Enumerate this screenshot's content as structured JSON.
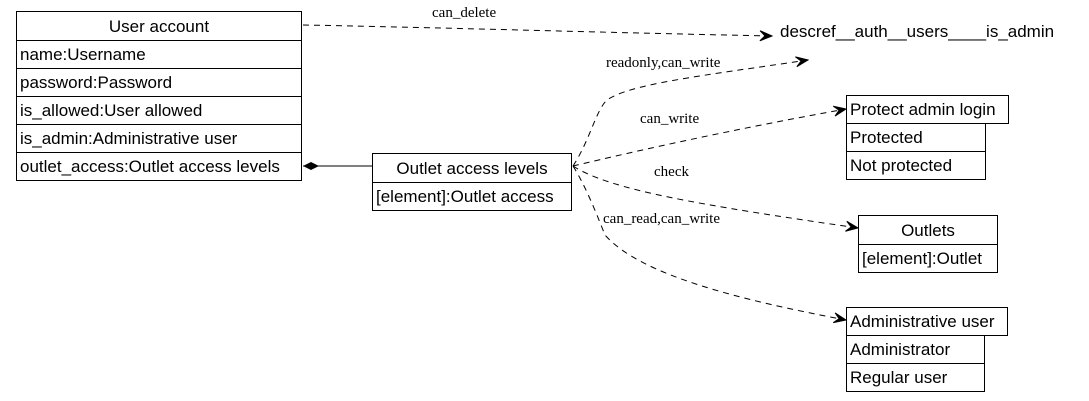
{
  "nodes": {
    "user_account": {
      "title": "User account",
      "fields": [
        "name:Username",
        "password:Password",
        "is_allowed:User allowed",
        "is_admin:Administrative user",
        "outlet_access:Outlet access levels"
      ]
    },
    "outlet_access_levels": {
      "title": "Outlet access levels",
      "fields": [
        "[element]:Outlet access"
      ]
    },
    "protect_admin_login": {
      "title": "Protect admin login",
      "options": [
        "Protected",
        "Not protected"
      ]
    },
    "outlets": {
      "title": "Outlets",
      "fields": [
        "[element]:Outlet"
      ]
    },
    "administrative_user": {
      "title": "Administrative user",
      "options": [
        "Administrator",
        "Regular user"
      ]
    },
    "descref_target": {
      "label": "descref__auth__users____is_admin"
    }
  },
  "edges": {
    "can_delete": "can_delete",
    "readonly_can_write": "readonly,can_write",
    "can_write": "can_write",
    "check": "check",
    "can_read_can_write": "can_read,can_write"
  }
}
